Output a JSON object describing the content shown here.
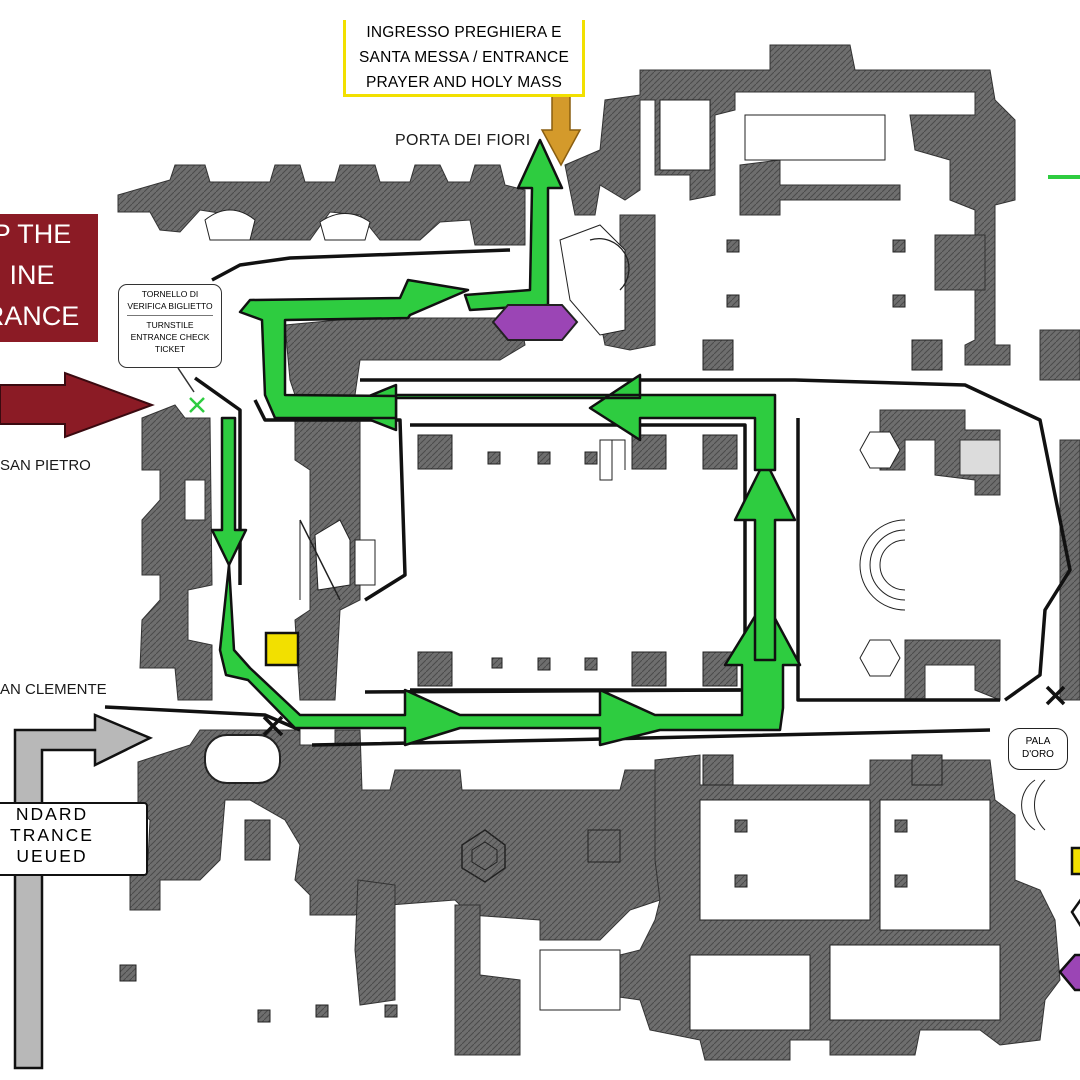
{
  "map": {
    "labels": {
      "prayer_entrance": [
        "INGRESSO PREGHIERA E",
        "SANTA MESSA / ENTRANCE",
        "PRAYER AND HOLY MASS"
      ],
      "porta_dei_fiori": "PORTA DEI FIORI",
      "skip_line": [
        "P THE",
        "INE",
        "RANCE"
      ],
      "turnstile_it": [
        "TORNELLO DI",
        "VERIFICA BIGLIETTO"
      ],
      "turnstile_en": [
        "TURNSTILE",
        "ENTRANCE CHECK",
        "TICKET"
      ],
      "san_pietro": "SAN PIETRO",
      "san_clemente": "AN CLEMENTE",
      "standard_entrance": [
        "NDARD",
        "TRANCE",
        "UEUED"
      ],
      "pala_doro": [
        "PALA",
        "D'ORO"
      ]
    },
    "colors": {
      "route_green": "#2ecc40",
      "wall_gray": "#6f6f6f",
      "skip_red": "#8b1b25",
      "prayer_yellow": "#f2e000",
      "prayer_arrow": "#d49a2b",
      "chapel_purple": "#9b45b5",
      "standard_gray": "#b8b8b8"
    },
    "legend_marks": [
      "yellow-square",
      "white-hexagon",
      "purple-hexagon"
    ]
  }
}
